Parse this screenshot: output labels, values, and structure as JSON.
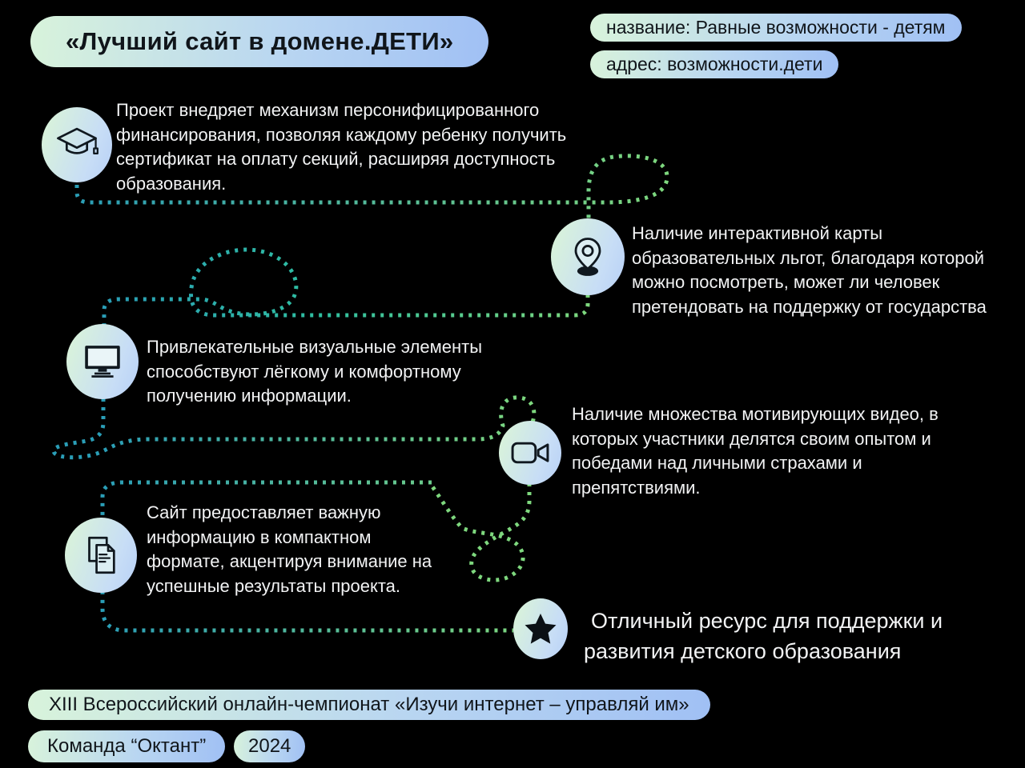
{
  "header": {
    "title": "«Лучший сайт в домене.ДЕТИ»",
    "site_name": "название: Равные возможности - детям",
    "site_address": "адрес: возможности.дети"
  },
  "features": [
    {
      "icon": "graduation-cap-icon",
      "text": "Проект внедряет механизм персонифицированного\nфинансирования, позволяя каждому ребенку получить\nсертификат на оплату секций, расширяя доступность\nобразования."
    },
    {
      "icon": "location-pin-icon",
      "text": "Наличие интерактивной карты\nобразовательных льгот, благодаря которой\nможно посмотреть, может ли человек\nпретендовать на поддержку от государства"
    },
    {
      "icon": "monitor-icon",
      "text": "Привлекательные визуальные элементы\nспособствуют лёгкому и комфортному\nполучению информации."
    },
    {
      "icon": "video-camera-icon",
      "text": "Наличие множества мотивирующих видео, в\nкоторых участники делятся своим опытом и\nпобедами над личными страхами и\nпрепятствиями."
    },
    {
      "icon": "documents-icon",
      "text": "Сайт предоставляет важную\nинформацию в компактном\nформате, акцентируя внимание на\nуспешные результаты проекта."
    },
    {
      "icon": "star-icon",
      "text": "Отличный ресурс для поддержки и\nразвития детского образования"
    }
  ],
  "footer": {
    "championship": "XIII Всероссийский онлайн-чемпионат «Изучи интернет – управляй им»",
    "team": "Команда “Октант”",
    "year": "2024"
  },
  "colors": {
    "background": "#000000",
    "pill_gradient_start": "#d8f3db",
    "pill_gradient_end": "#a0c0f4",
    "dotted_teal": "#2a9eb7",
    "dotted_green": "#7ed87e",
    "text_light": "#f2f3f4",
    "text_dark": "#10151a"
  }
}
